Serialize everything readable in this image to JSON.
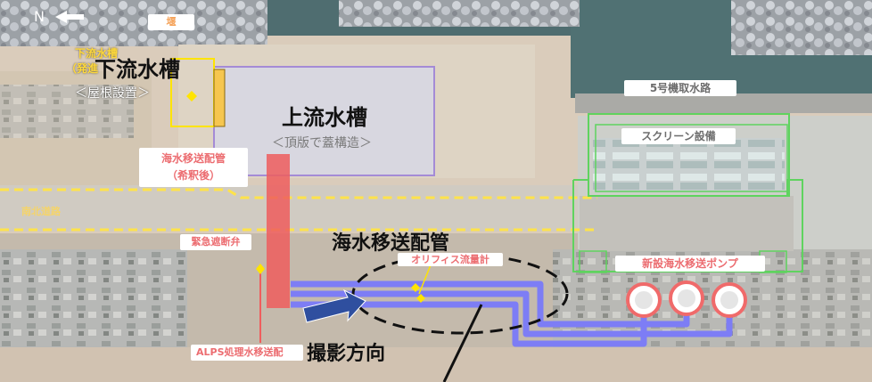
{
  "compass": {
    "label": "N"
  },
  "labels": {
    "weir": "堰",
    "downstream_small_1": "下流水槽",
    "downstream_small_2": "（発進",
    "downstream_tank": "下流水槽",
    "roof_note": "＜屋根設置＞",
    "upstream_tank": "上流水槽",
    "slab_note": "＜頂版で蓋構造＞",
    "intake_5": "5号機取水路",
    "screen": "スクリーン設備",
    "diluted_pipe_1": "海水移送配管",
    "diluted_pipe_2": "（希釈後）",
    "north_south_road": "南北道路",
    "emergency_valve": "緊急遮断弁",
    "seawater_pipe": "海水移送配管",
    "orifice_meter": "オリフィス流量計",
    "new_pump": "新設海水移送ポンプ",
    "alps_pipe": "ALPS処理水移送配",
    "shooting_direction": "撮影方向"
  },
  "colors": {
    "water_pipe": "#7d7df5",
    "alps_pipe": "#ef5d5d",
    "upstream_outline": "#a48bd6",
    "downstream_outline": "#ffe400",
    "screen_outline": "#5fd35f",
    "pump_ring": "#f06a6a",
    "arrow": "#2f4f9f",
    "road_line": "#ffe34a"
  },
  "icons": {
    "north_arrow": "left-arrow-icon",
    "shooting_arrow": "direction-arrow-icon"
  }
}
